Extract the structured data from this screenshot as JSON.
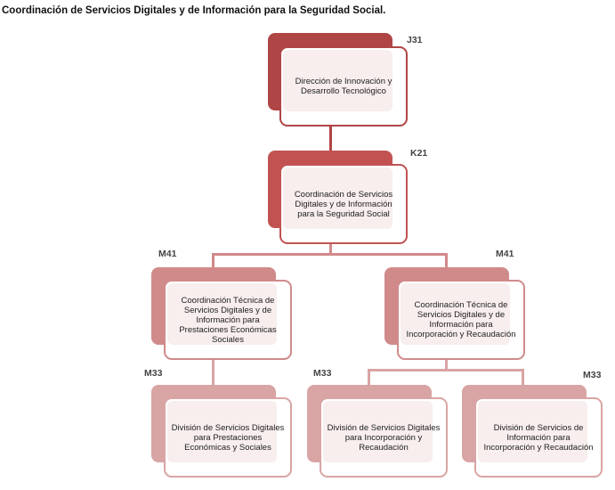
{
  "title": "Coordinación de Servicios Digitales y de Información para la Seguridad Social.",
  "colors": {
    "level1": "#b04545",
    "level2": "#c25252",
    "level3": "#d18a8a",
    "level4": "#d9a4a4"
  },
  "nodes": [
    {
      "code": "J31",
      "label": "Dirección de Innovación y Desarrollo Tecnológico"
    },
    {
      "code": "K21",
      "label": "Coordinación de Servicios Digitales y de Información para la Seguridad Social"
    },
    {
      "code": "M41",
      "label": "Coordinación Técnica de Servicios Digitales y de Información para Prestaciones Económicas Sociales"
    },
    {
      "code": "M41",
      "label": "Coordinación Técnica de Servicios Digitales y de Información para Incorporación y Recaudación"
    },
    {
      "code": "M33",
      "label": "División de Servicios Digitales para Prestaciones Económicas y Sociales"
    },
    {
      "code": "M33",
      "label": "División de Servicios Digitales para Incorporación y Recaudación"
    },
    {
      "code": "M33",
      "label": "División de Servicios de Información para Incorporación y Recaudación"
    }
  ]
}
